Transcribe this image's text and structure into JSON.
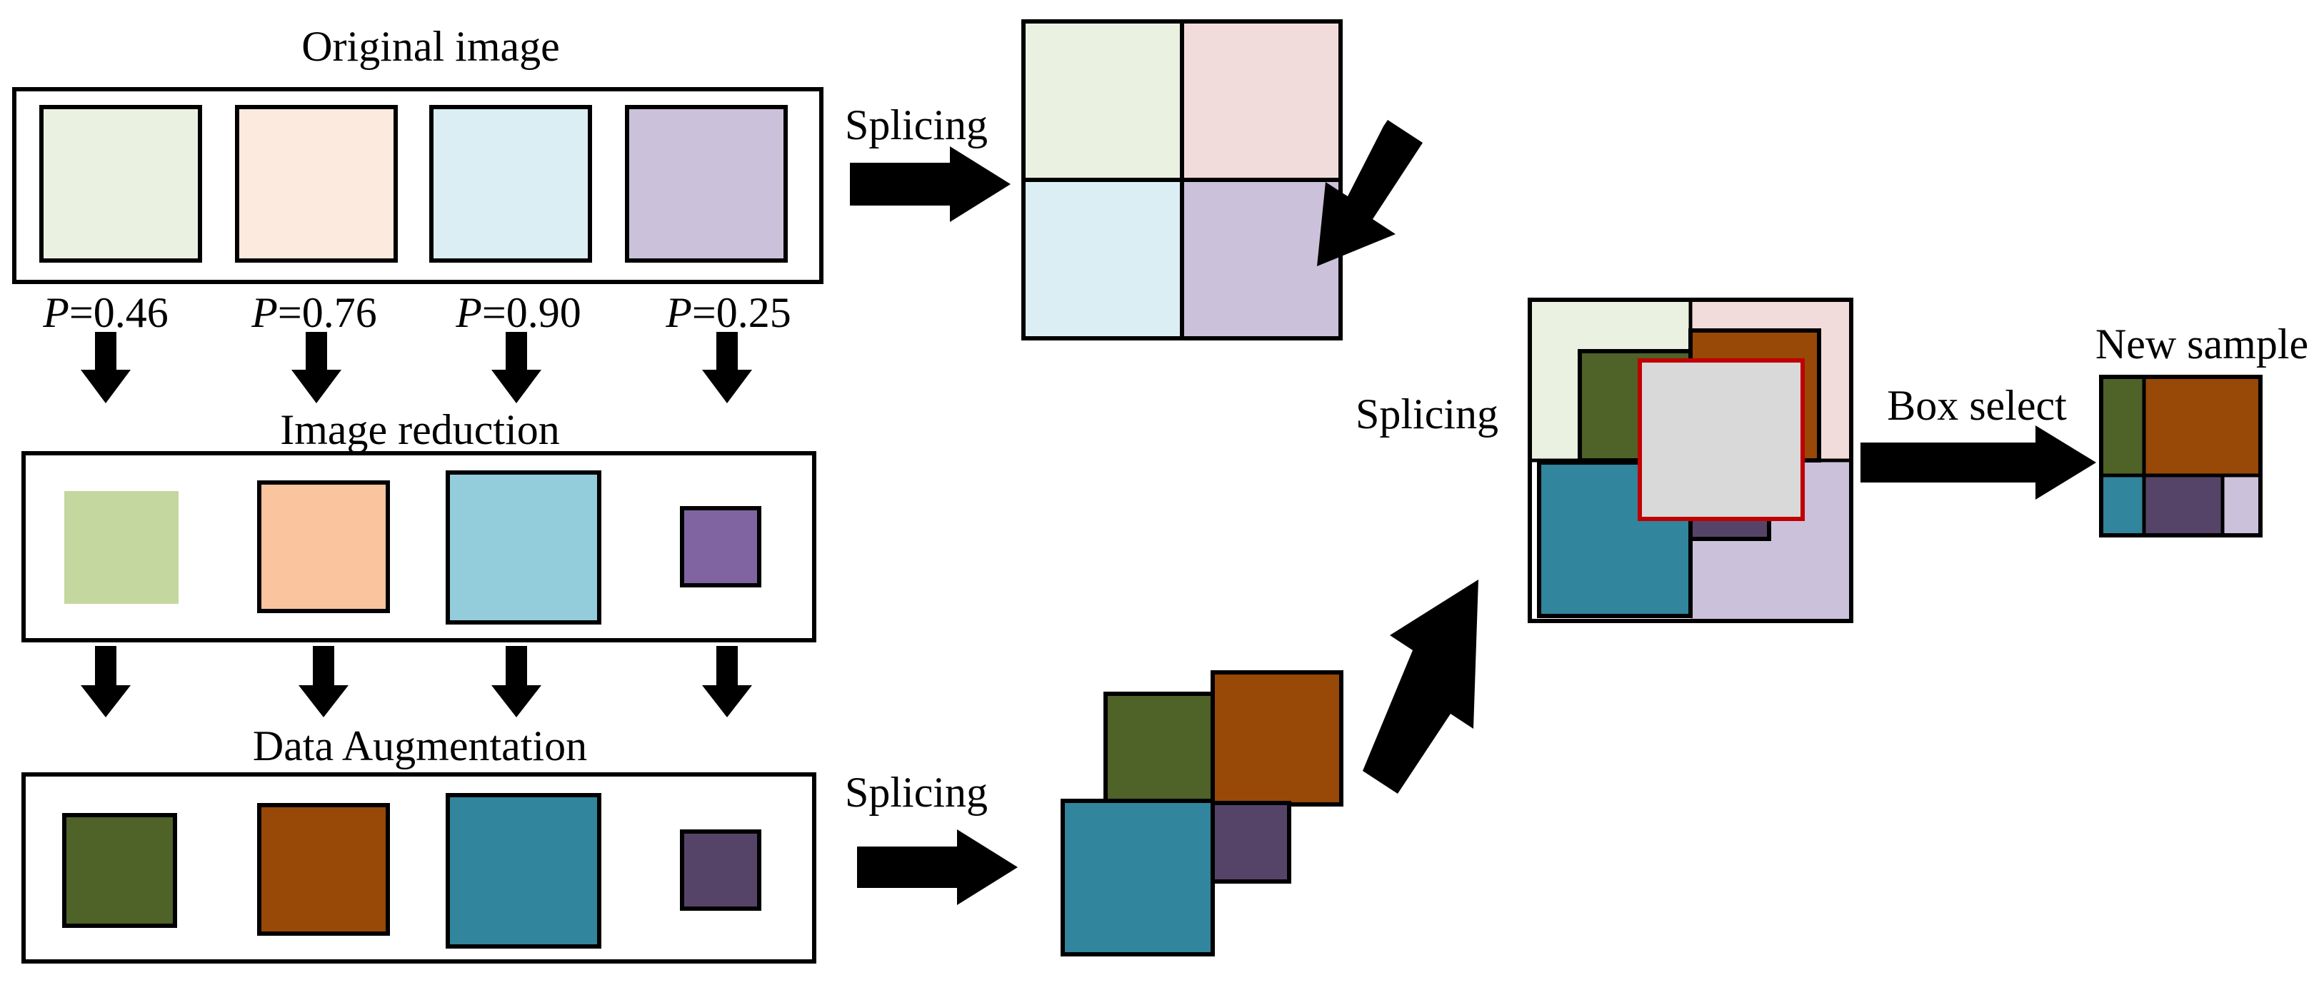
{
  "titles": {
    "original": "Original image",
    "reduction": "Image reduction",
    "augmentation": "Data Augmentation",
    "new_sample": "New sample"
  },
  "arrows": {
    "splicing_top": "Splicing",
    "splicing_middle": "Splicing",
    "splicing_bottom": "Splicing",
    "box_select": "Box select"
  },
  "probabilities": [
    {
      "var": "P",
      "value": "=0.46"
    },
    {
      "var": "P",
      "value": "=0.76"
    },
    {
      "var": "P",
      "value": "=0.90"
    },
    {
      "var": "P",
      "value": "=0.25"
    }
  ],
  "colors": {
    "original": [
      "#EAF1E0",
      "#FDEADF",
      "#DAEEF3",
      "#CCC1DA"
    ],
    "reduced": [
      "#C4D79F",
      "#FAC49E",
      "#93CDDC",
      "#8064A2"
    ],
    "augmented": [
      "#4F6228",
      "#984807",
      "#31859C",
      "#564468"
    ],
    "spliced_quads": [
      "#EAF1E0",
      "#F2DCDB",
      "#DAEEF3",
      "#CCC1DA"
    ],
    "selection_box_fill": "#D9D9D9",
    "selection_box_stroke": "#C00000",
    "new_sample_light": "#CCC1DA"
  }
}
